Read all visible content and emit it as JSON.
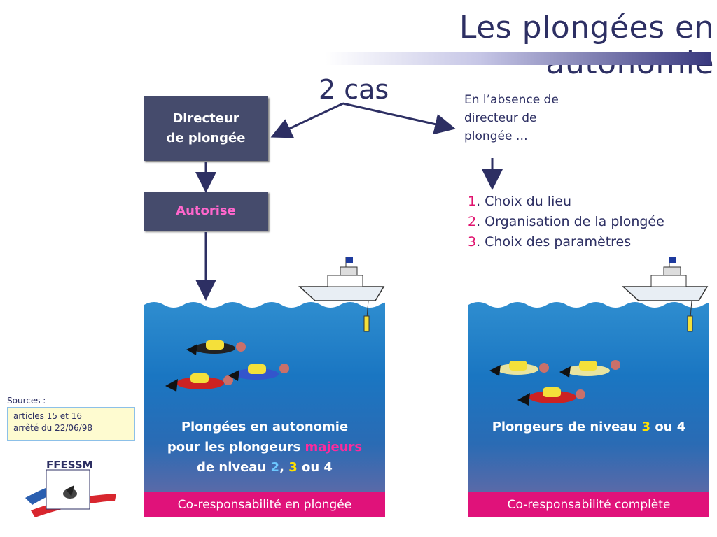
{
  "title": "Les plongées en autonomie",
  "cases_label": "2 cas",
  "director_box": {
    "line1": "Directeur",
    "line2": "de plongée"
  },
  "authorise_box": {
    "label": "Autorise"
  },
  "absence_text": {
    "line1": "En l’absence de",
    "line2": "directeur de",
    "line3": "plongée …"
  },
  "steps": [
    {
      "num": "1",
      "label": ". Choix du lieu"
    },
    {
      "num": "2",
      "label": ". Organisation de la plongée"
    },
    {
      "num": "3",
      "label": ". Choix des paramètres"
    }
  ],
  "left_panel": {
    "line1": "Plongées en autonomie",
    "line2_a": "pour les plongeurs ",
    "line2_b": "majeurs",
    "line3_a": "de niveau ",
    "level_a": "2",
    "sep": ", ",
    "level_b": "3",
    "line3_c": " ou 4",
    "bar_text": "Co-responsabilité en plongée"
  },
  "right_panel": {
    "line1_a": "Plongeurs de niveau ",
    "level": "3",
    "line1_b": " ou 4",
    "bar_text": "Co-responsabilité complète"
  },
  "sources": {
    "label": "Sources :",
    "line1": "articles 15 et 16",
    "line2": "arrêté du 22/06/98"
  },
  "logo": {
    "text": "FFESSM"
  },
  "colors": {
    "navy": "#2d2f63",
    "box": "#454b6c",
    "accent_pink": "#e0127a",
    "highlight_yellow": "#ffe000",
    "highlight_blue": "#6cc8ff"
  }
}
